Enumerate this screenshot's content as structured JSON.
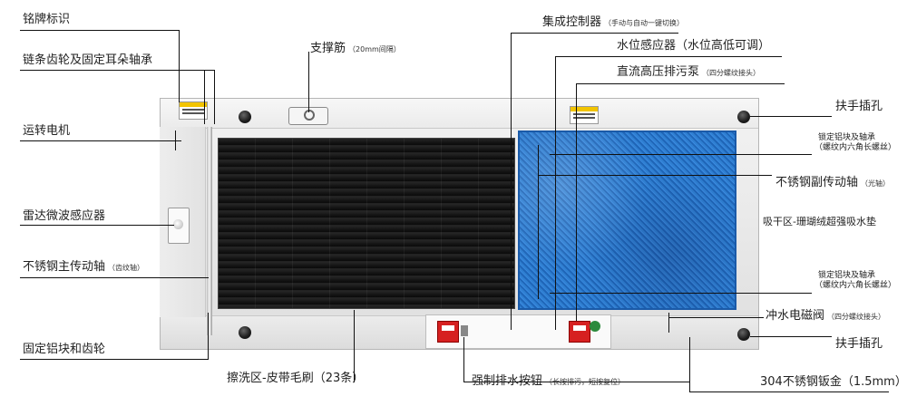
{
  "labels": {
    "nameplate": "铭牌标识",
    "chain_gear": "链条齿轮及固定耳朵轴承",
    "motor": "运转电机",
    "radar": "雷达微波感应器",
    "main_shaft": "不锈钢主传动轴",
    "main_shaft_note": "（齿纹轴）",
    "fixed_block_gear": "固定铝块和齿轮",
    "support_rib": "支撑筋",
    "support_rib_note": "（20mm间隔）",
    "washing_zone": "擦洗区-皮带毛刷（23条）",
    "controller": "集成控制器",
    "controller_note": "（手动与自动一键切换）",
    "water_sensor": "水位感应器（水位高低可调）",
    "dc_pump": "直流高压排污泵",
    "dc_pump_note": "（四分螺纹接头）",
    "drain_button": "强制排水按钮",
    "drain_button_note": "（长按排污，短按复位）",
    "handle_top": "扶手插孔",
    "lock_block_top": "锁定铝块及轴承",
    "lock_block_top_note": "（螺纹内六角长螺丝）",
    "aux_shaft": "不锈钢副传动轴",
    "aux_shaft_note": "（光轴）",
    "dry_zone": "吸干区-珊瑚绒超强吸水垫",
    "lock_block_bottom": "锁定铝块及轴承",
    "lock_block_bottom_note": "（螺纹内六角长螺丝）",
    "flush_valve": "冲水电磁阀",
    "flush_valve_note": "（四分螺纹接头）",
    "handle_bottom": "扶手插孔",
    "sheet_metal": "304不锈钢钣金（1.5mm）"
  },
  "colors": {
    "pad_blue": "#2f7fd1",
    "belt_black": "#111111",
    "warning_yellow": "#f2c400",
    "button_red": "#d62020"
  }
}
